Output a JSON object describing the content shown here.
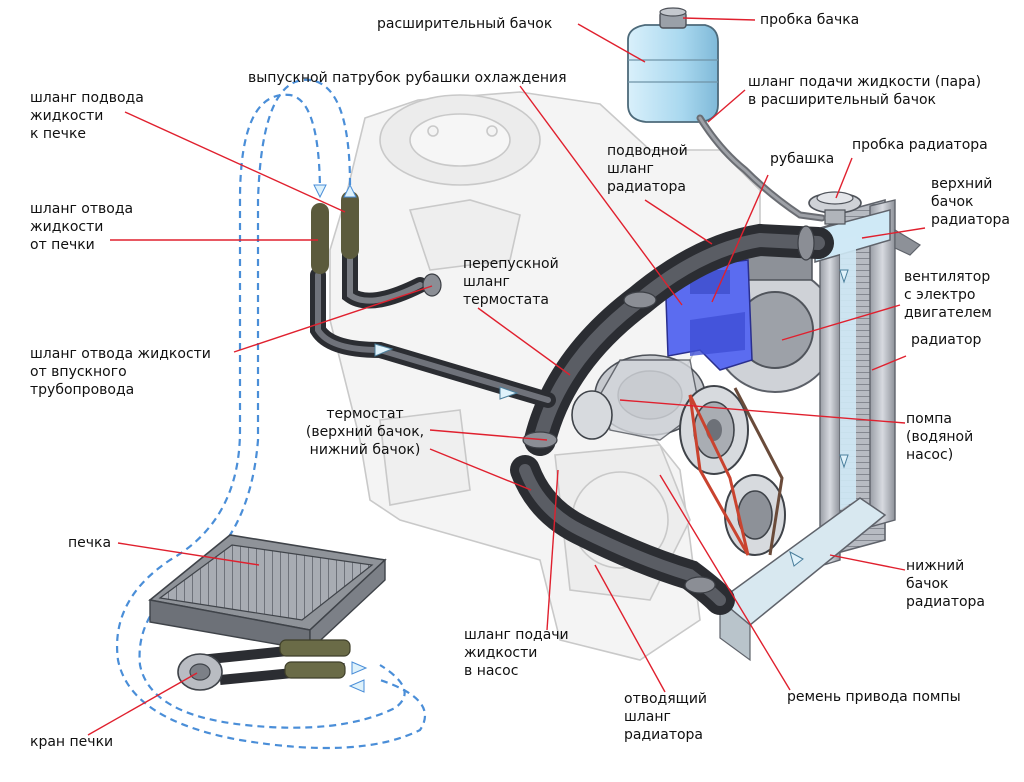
{
  "diagram": {
    "labels": {
      "expansion_tank": "расширительный бачок",
      "tank_cap": "пробка бачка",
      "jacket_outlet": "выпускной патрубок рубашки охлаждения",
      "heater_supply_hose": "шланг подвода\nжидкости\nк печке",
      "tank_feed_hose": "шланг подачи жидкости (пара)\nв расширительный бачок",
      "radiator_upper_hose": "подводной\nшланг\nрадиатора",
      "jacket": "рубашка",
      "radiator_cap": "пробка радиатора",
      "heater_return_hose": "шланг отвода\nжидкости\nот печки",
      "upper_tank": "верхний\nбачок\nрадиатора",
      "thermostat_bypass": "перепускной\nшланг\nтермостата",
      "fan": "вентилятор\nс электро\nдвигателем",
      "intake_return_hose": "шланг отвода жидкости\nот впускного\nтрубопровода",
      "radiator": "радиатор",
      "thermostat": "термостат\n(верхний бачок,\nнижний бачок)",
      "pump": "помпа\n(водяной\nнасос)",
      "heater": "печка",
      "lower_tank": "нижний\nбачок\nрадиатора",
      "pump_feed_hose": "шланг подачи\nжидкости\nв насос",
      "pump_belt": "ремень привода помпы",
      "radiator_lower_hose": "отводящий\nшланг\nрадиатора",
      "heater_valve": "кран печки"
    },
    "colors": {
      "leader": "#e0202e",
      "hose": "#3a3c42",
      "engine_outline": "#c9c9c9",
      "coolant_blue": "#5b6cf0",
      "tank_blue": "#bfe2f3",
      "dashed_line": "#4a8ed8"
    }
  }
}
